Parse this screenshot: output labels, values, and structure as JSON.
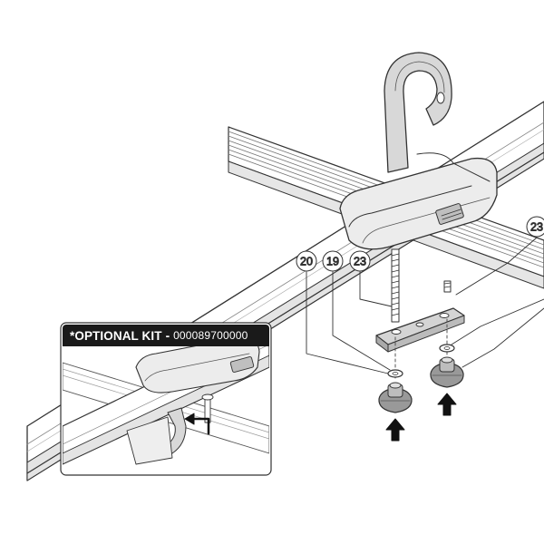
{
  "optional_kit": {
    "title": "*OPTIONAL KIT",
    "separator": "-",
    "number": "000089700000"
  },
  "callouts": [
    {
      "id": "callout-20",
      "label": "20"
    },
    {
      "id": "callout-19",
      "label": "19"
    },
    {
      "id": "callout-23-left",
      "label": "23"
    },
    {
      "id": "callout-23-right",
      "label": "23"
    }
  ]
}
